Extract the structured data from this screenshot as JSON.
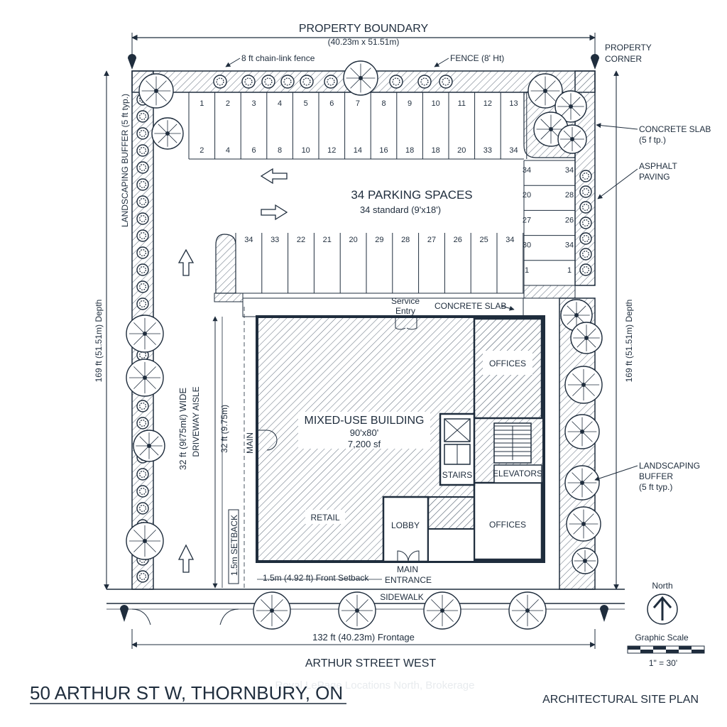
{
  "colors": {
    "ink": "#1f2d3d",
    "hatch": "#6b7785",
    "paper": "#ffffff"
  },
  "header": {
    "title": "PROPERTY BOUNDARY",
    "dims": "(40.23m x 51.51m)",
    "corner_l1": "PROPERTY",
    "corner_l2": "CORNER"
  },
  "fence": {
    "left": "8 ft chain-link fence",
    "right": "FENCE (8' Ht)"
  },
  "callouts": {
    "slab_l1": "CONCRETE SLAB",
    "slab_l2": "(5 f tp.)",
    "asphalt_l1": "ASPHALT",
    "asphalt_l2": "PAVING",
    "buffer_l1": "LANDSCAPING",
    "buffer_l2": "BUFFER",
    "buffer_l3": "(5 ft typ.)"
  },
  "side_labels": {
    "buffer_left": "LANDSCAPING BUFFER (5 ft typ.)",
    "depth": "169 ft (51.51m) Depth",
    "aisle_a": "32 ft (9ℓ75mℓ) WIDE",
    "aisle_b": "DRIVEWAY AISLE",
    "aisle_dim": "32 ft (9.75m)",
    "setback_side": "1.5m SETBACK",
    "main": "MAIN"
  },
  "parking": {
    "heading": "34 PARKING SPACES",
    "sub": "34 standard (9'x18')",
    "top_row_a": [
      "1",
      "2",
      "3",
      "4",
      "5",
      "6",
      "7",
      "8",
      "9",
      "10",
      "11",
      "12",
      "13"
    ],
    "top_row_b": [
      "2",
      "4",
      "6",
      "8",
      "10",
      "12",
      "14",
      "16",
      "18",
      "18",
      "20",
      "33",
      "34"
    ],
    "middle_row": [
      "34",
      "33",
      "22",
      "21",
      "20",
      "29",
      "28",
      "27",
      "26",
      "25",
      "34"
    ],
    "right_left": [
      "34",
      "20",
      "27",
      "30",
      "1"
    ],
    "right_right": [
      "34",
      "28",
      "26",
      "34",
      "1"
    ]
  },
  "building": {
    "name": "MIXED-USE BUILDING",
    "size": "90'x80'",
    "area": "7,200 sf",
    "retail": "RETAIL",
    "offices_top": "OFFICES",
    "offices_bottom": "OFFICES",
    "stairs": "STAIRS",
    "elevators": "ELEVATORS",
    "lobby": "LOBBY",
    "main_entrance_l1": "MAIN",
    "main_entrance_l2": "ENTRANCE",
    "service_l1": "Service",
    "service_l2": "Entry",
    "concrete_slab": "CONCRETE SLAB"
  },
  "front": {
    "setback": "1.5m (4.92 ft) Front Setback",
    "sidewalk": "SIDEWALK",
    "frontage": "132 ft (40.23m) Frontage",
    "street": "ARTHUR STREET WEST"
  },
  "legend": {
    "north": "North",
    "scale_title": "Graphic Scale",
    "scale": "1\" = 30'"
  },
  "footer": {
    "address": "50 ARTHUR ST W, THORNBURY, ON",
    "sheet": "ARCHITECTURAL SITE PLAN",
    "watermark": "Royal LePage Locations North, Brokerage"
  }
}
